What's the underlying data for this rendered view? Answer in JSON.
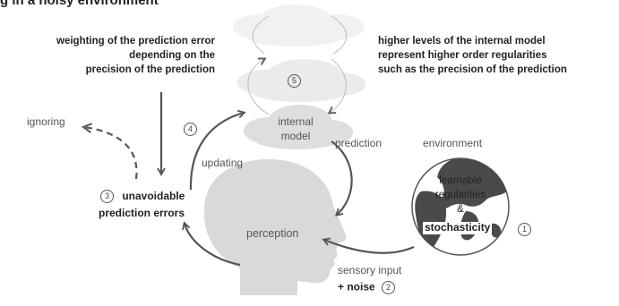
{
  "title": "g in a noisy environment",
  "left_note": {
    "lines": [
      "weighting of the prediction error",
      "depending on the",
      "precision of the prediction"
    ]
  },
  "right_note": {
    "lines": [
      "higher levels of the internal model",
      "represent higher order regularities",
      "such as the precision of the prediction"
    ]
  },
  "labels": {
    "internal_model": [
      "internal",
      "model"
    ],
    "prediction": "prediction",
    "environment": "environment",
    "ignoring": "ignoring",
    "updating": "updating",
    "errors": [
      "unavoidable",
      "prediction errors"
    ],
    "perception": "perception",
    "learnable": [
      "learnable",
      "regularities",
      "&"
    ],
    "stochasticity": "stochasticity",
    "sensory_input": "sensory input",
    "noise": "+ noise"
  },
  "markers": {
    "m1": "1",
    "m2": "2",
    "m3": "3",
    "m4": "4",
    "m5": "5"
  },
  "colors": {
    "head": "#d9d9d9",
    "cloud": "#e6e6e6",
    "cloud_light": "#f0f0f0",
    "arrow": "#555555",
    "globe_dark": "#4a4a4a"
  }
}
